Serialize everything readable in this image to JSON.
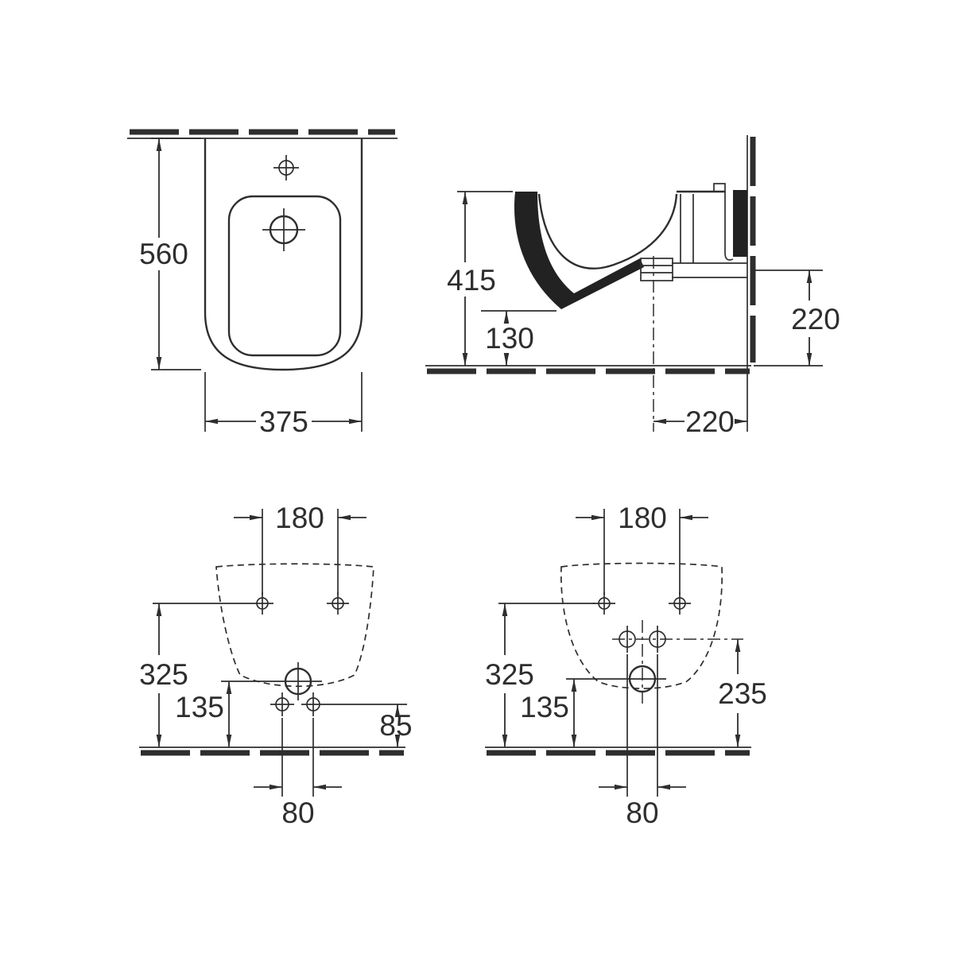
{
  "drawing": {
    "type": "technical-dimension-drawing",
    "subject": "wall-hung bidet installation drawing",
    "units": "mm",
    "line_color": "#2e2e2e",
    "background": "#ffffff",
    "views": {
      "plan": {
        "depth": "560",
        "width": "375"
      },
      "side": {
        "rim_height": "415",
        "bowl_clearance": "130",
        "outlet_height": "220",
        "outlet_wall_distance": "220"
      },
      "rear_left": {
        "fixing_hole_spacing": "180",
        "fixing_hole_height": "325",
        "drain_height": "135",
        "lower_hole_height": "85",
        "lower_hole_spacing": "80"
      },
      "rear_right": {
        "fixing_hole_spacing": "180",
        "fixing_hole_height": "325",
        "drain_height": "135",
        "connection_height": "235",
        "lower_hole_spacing": "80"
      }
    }
  }
}
